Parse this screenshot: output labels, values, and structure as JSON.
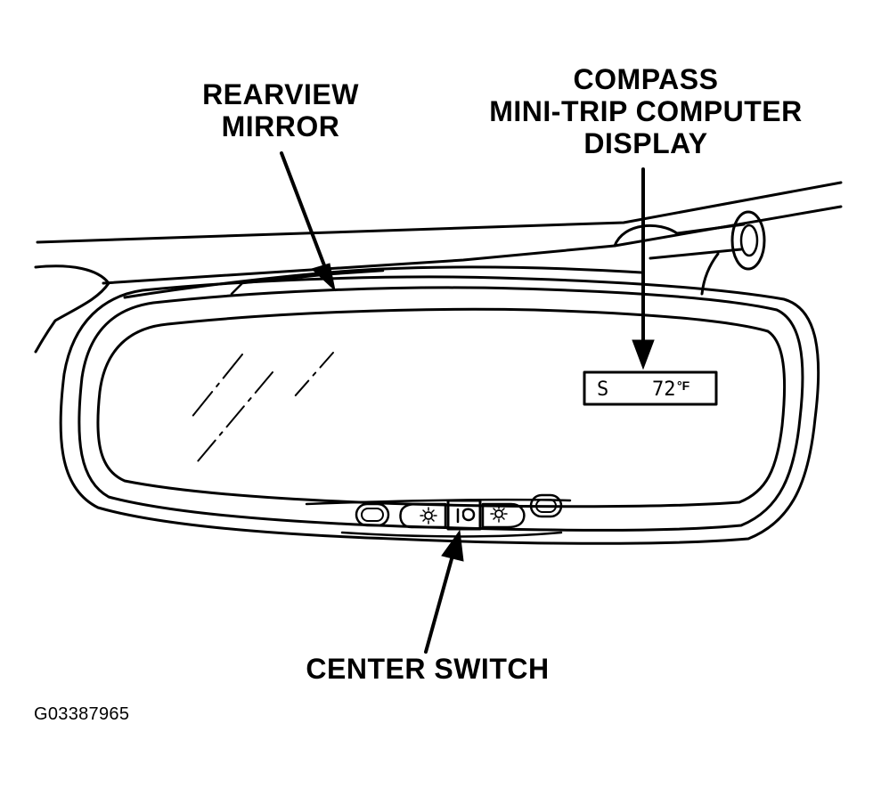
{
  "labels": {
    "rearview_line1": "REARVIEW",
    "rearview_line2": "MIRROR",
    "compass_line1": "COMPASS",
    "compass_line2": "MINI-TRIP COMPUTER",
    "compass_line3": "DISPLAY",
    "center_switch": "CENTER SWITCH"
  },
  "display": {
    "heading": "S",
    "temperature": "72",
    "unit": "°F"
  },
  "figure_id": "G03387965",
  "colors": {
    "ink": "#000000",
    "paper": "#ffffff"
  }
}
